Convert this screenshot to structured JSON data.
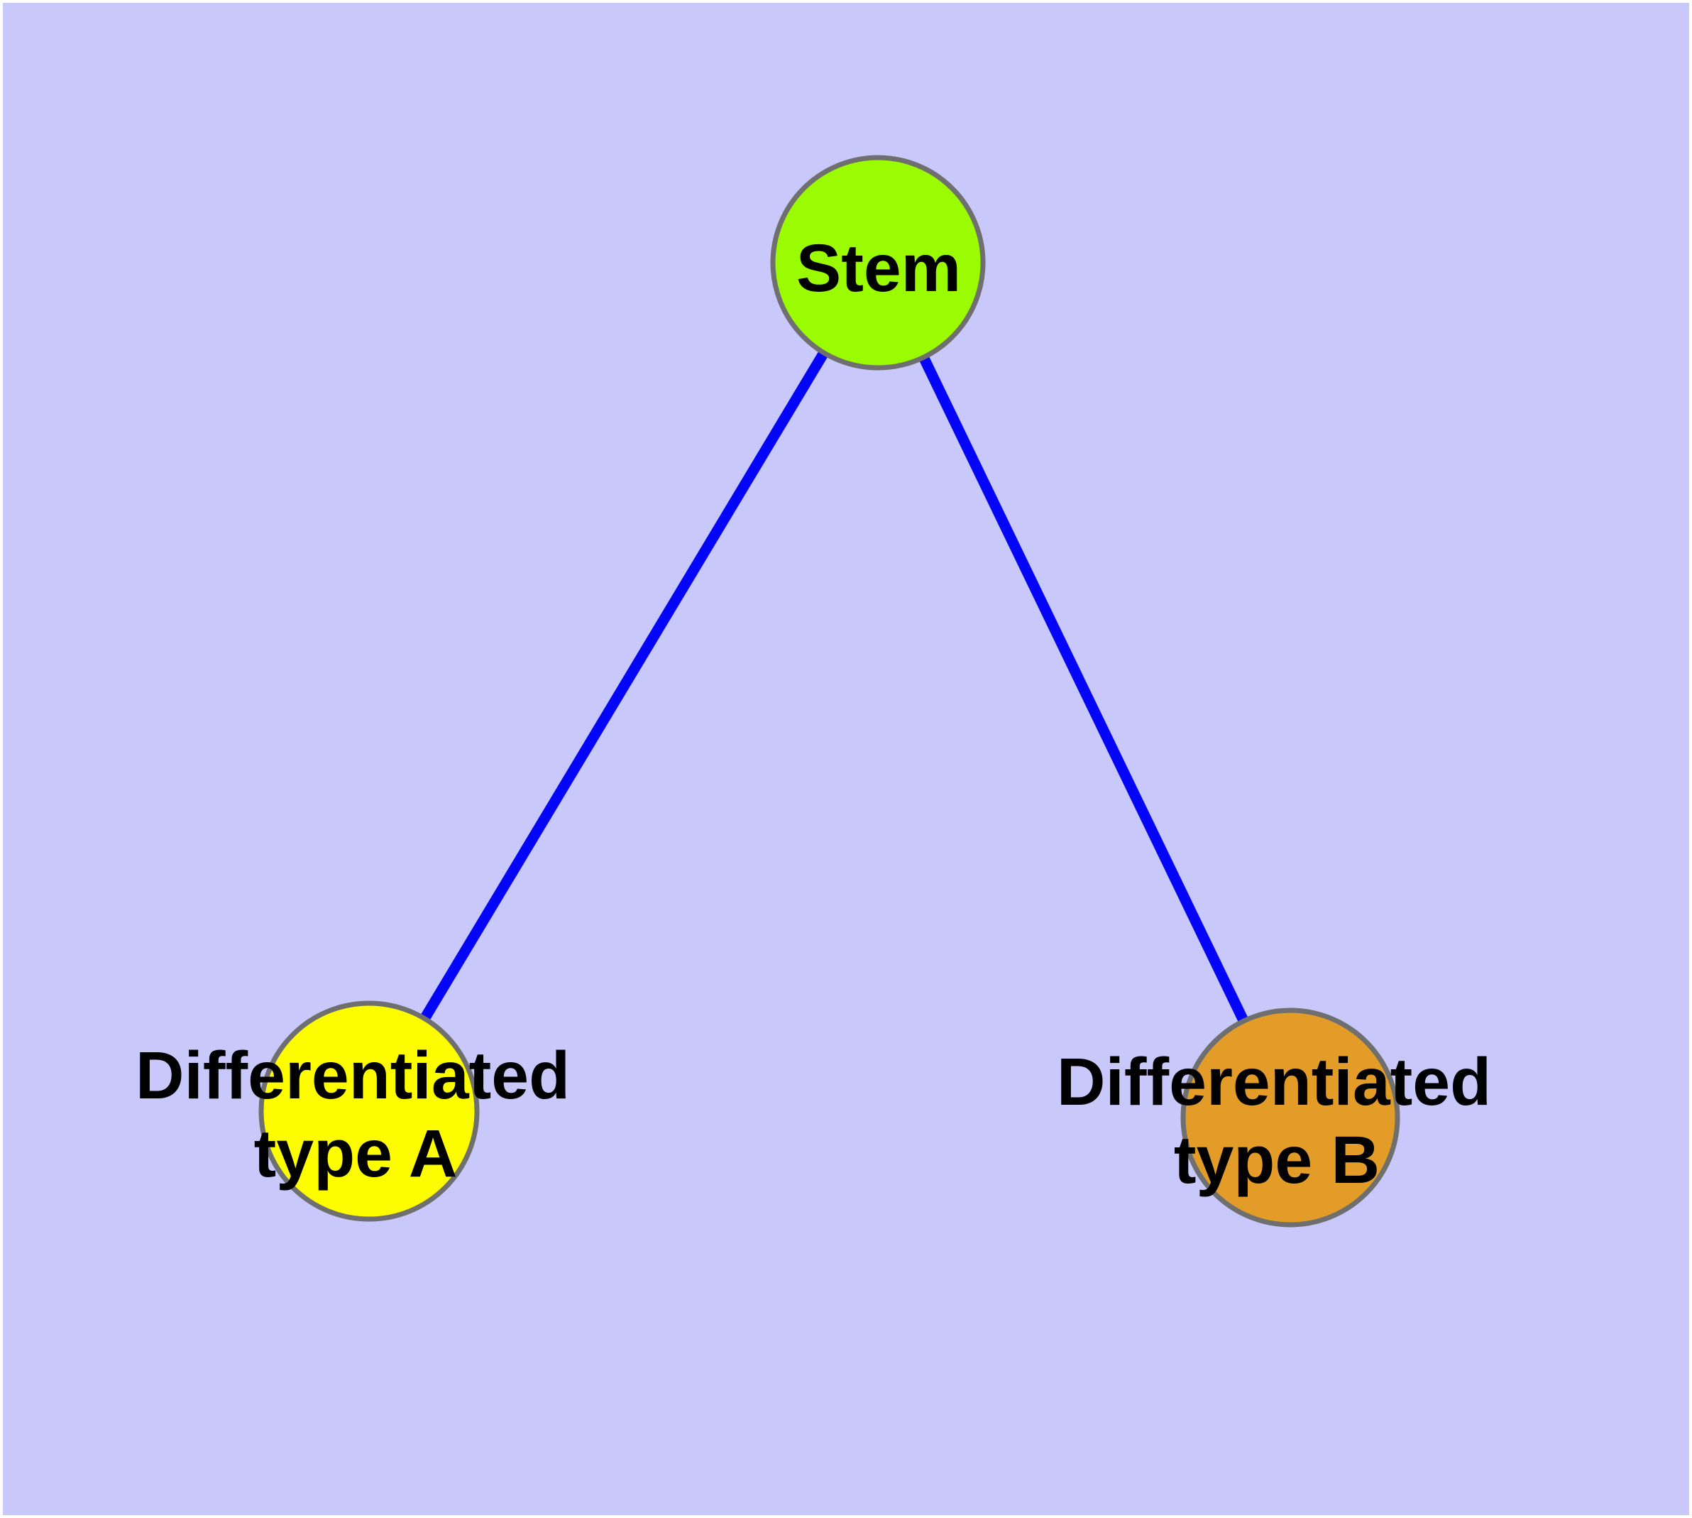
{
  "diagram": {
    "background_color": "#c8c8fb",
    "frame_color": "#ffffff",
    "edge_color": "#0404f8",
    "node_border_color": "#6f6f6f",
    "text_color": "#000000",
    "nodes": [
      {
        "id": "stem",
        "label": "Stem",
        "fill_color": "#9bfb00"
      },
      {
        "id": "differentiated-type-a",
        "label_line1": "Differentiated",
        "label_line2": "type A",
        "fill_color": "#fdfd00"
      },
      {
        "id": "differentiated-type-b",
        "label_line1": "Differentiated",
        "label_line2": "type B",
        "fill_color": "#e39c27"
      }
    ],
    "edges": [
      {
        "from": "stem",
        "to": "differentiated-type-a"
      },
      {
        "from": "stem",
        "to": "differentiated-type-b"
      }
    ]
  }
}
